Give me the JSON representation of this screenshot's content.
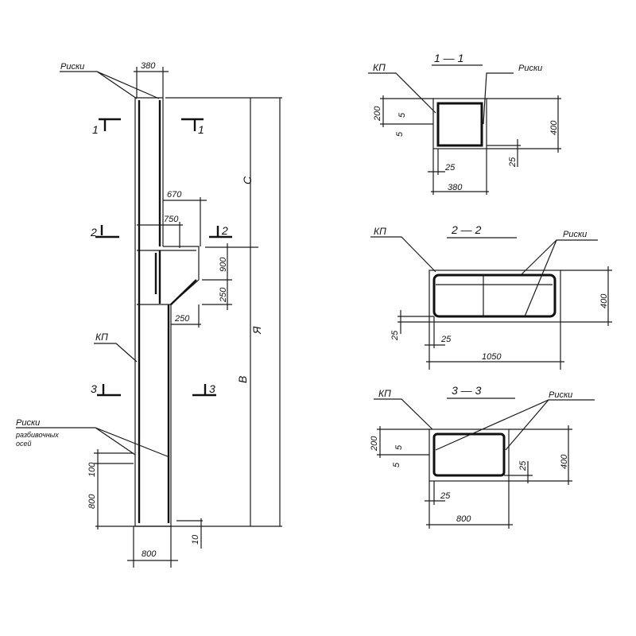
{
  "elevation": {
    "risk_label": "Риски",
    "risk_axes_label_1": "Риски",
    "risk_axes_label_2": "разбивочных",
    "risk_axes_label_3": "осей",
    "kp_label": "КП",
    "dim_top_width": "380",
    "dim_bottom_width": "800",
    "dim_bracket_670": "670",
    "dim_bracket_750": "750",
    "dim_900": "900",
    "dim_250_vert": "250",
    "dim_250_horiz": "250",
    "dim_100": "100",
    "dim_800_vert": "800",
    "dim_10": "10",
    "label_c": "C",
    "label_a": "Я",
    "label_b": "В",
    "section_marks": [
      "1",
      "1",
      "2",
      "2",
      "3",
      "3"
    ]
  },
  "sections": [
    {
      "title": "1 — 1",
      "kp": "КП",
      "risk": "Риски",
      "dims": [
        "200",
        "5",
        "5",
        "400",
        "25",
        "25",
        "380"
      ]
    },
    {
      "title": "2 — 2",
      "kp": "КП",
      "risk": "Риски",
      "dims": [
        "400",
        "25",
        "25",
        "1050"
      ]
    },
    {
      "title": "3 — 3",
      "kp": "КП",
      "risk": "Риски",
      "dims": [
        "200",
        "5",
        "5",
        "400",
        "25",
        "25",
        "800"
      ]
    }
  ]
}
